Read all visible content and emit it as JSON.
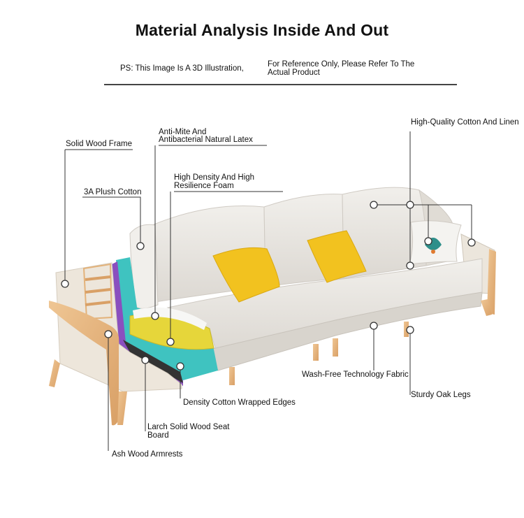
{
  "header": {
    "title": "Material Analysis Inside And Out",
    "note_left": "PS: This Image Is A 3D Illustration,",
    "note_right_line1": "For Reference Only, Please Refer To The",
    "note_right_line2": "Actual Product"
  },
  "callouts": {
    "solid_wood_frame": "Solid Wood Frame",
    "latex_line1": "Anti-Mite And",
    "latex_line2": "Antibacterial Natural Latex",
    "foam_line1": "High Density And High",
    "foam_line2": "Resilience Foam",
    "plush_cotton": "3A Plush Cotton",
    "cotton_linen": "High-Quality Cotton And Linen",
    "wash_free_fabric": "Wash-Free Technology Fabric",
    "oak_legs": "Sturdy Oak Legs",
    "wrapped_edges": "Density Cotton Wrapped Edges",
    "seat_board_line1": "Larch Solid Wood Seat",
    "seat_board_line2": "Board",
    "ash_armrests": "Ash Wood Armrests"
  },
  "colors": {
    "sofa_fabric": "#e9e6e1",
    "pillow_yellow": "#f2c21f",
    "wood": "#e3b27a",
    "teal_layer": "#3fc3c0",
    "purple_layer": "#8a4fbf",
    "foam_yellow": "#e6d63a"
  }
}
